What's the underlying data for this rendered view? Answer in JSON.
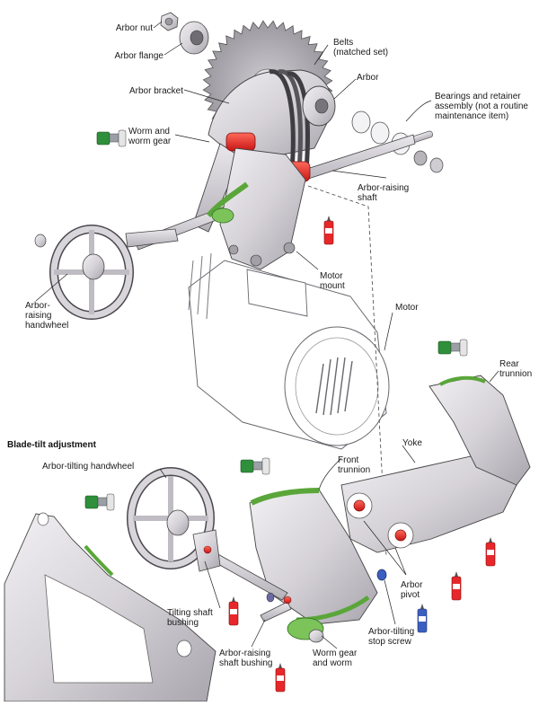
{
  "section_title": "Blade-tilt adjustment",
  "labels": {
    "arbor_nut": "Arbor nut",
    "arbor_flange": "Arbor flange",
    "belts": "Belts\n(matched set)",
    "arbor": "Arbor",
    "arbor_bracket": "Arbor bracket",
    "bearings": "Bearings and retainer\nassembly (not a routine\nmaintenance item)",
    "worm_and_worm_gear": "Worm and\nworm gear",
    "arbor_raising_shaft": "Arbor-raising\nshaft",
    "arbor_raising_handwheel": "Arbor-\nraising\nhandwheel",
    "motor_mount": "Motor\nmount",
    "motor": "Motor",
    "rear_trunnion": "Rear\ntrunnion",
    "arbor_tilting_handwheel": "Arbor-tilting handwheel",
    "front_trunnion": "Front\ntrunnion",
    "yoke": "Yoke",
    "arbor_pivot": "Arbor\npivot",
    "tilting_shaft_bushing": "Tilting shaft\nbushing",
    "arbor_tilting_stop_screw": "Arbor-tilting\nstop screw",
    "arbor_raising_shaft_bushing": "Arbor-raising\nshaft bushing",
    "worm_gear_and_worm": "Worm gear\nand worm"
  },
  "icons": {
    "grease_brush": "grease-brush-icon",
    "oil_can": "oil-can-icon",
    "dry_lube_can": "dry-lubricant-can-icon"
  },
  "colors": {
    "metal": "#d9d6db",
    "metal_dark": "#8e8a92",
    "red_part": "#e8272a",
    "grease_green": "#5aa63a",
    "blue_can": "#3b5fc0",
    "brush_green": "#2f8f3a"
  }
}
